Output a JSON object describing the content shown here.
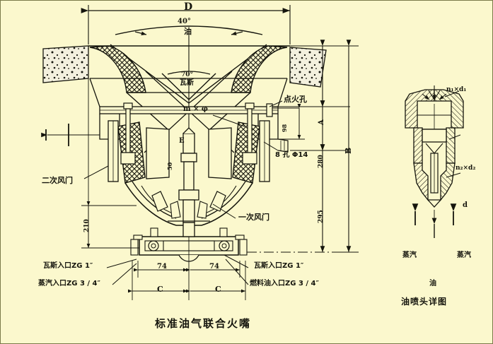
{
  "drawing": {
    "title": "标准油气联合火嘴",
    "detail_title": "油喷头详图",
    "background_color": "#fbf8cd",
    "ink_color": "#15150d"
  },
  "main_view": {
    "dimensions": {
      "overall_width": "D",
      "upper_height": "A",
      "total_height": "B",
      "mid_height": "280",
      "lower_height": "295",
      "ignition_offset": "98",
      "bottom_drop": "210",
      "port_spacing_left": "74",
      "port_spacing_right": "74",
      "half_span_left": "C",
      "half_span_right": "C",
      "throat": "E"
    },
    "angles": {
      "oil_spray_angle": "40°",
      "gas_spray_angle": "70°"
    },
    "flow_labels": {
      "oil": "油",
      "gas": "瓦斯"
    },
    "callouts": {
      "gas_ports": "m × φ",
      "ignition_hole": "点火孔",
      "bolt_holes": "8 孔 Φ14",
      "secondary_air_damper": "二次风门",
      "primary_air_damper": "一次风门",
      "throat_mark": "50"
    },
    "inlets_left": [
      "瓦斯入口ZG 1″",
      "蒸汽入口ZG 3 / 4″"
    ],
    "inlets_right": [
      "瓦斯入口ZG 1″",
      "燃料油入口ZG 3 / 4″"
    ]
  },
  "detail_view": {
    "callouts": {
      "upper_holes": "n₁×d₁",
      "lower_holes": "n₂×d₂",
      "bore": "d"
    },
    "flow_labels": {
      "steam_left": "蒸汽",
      "steam_right": "蒸汽",
      "oil": "油"
    }
  }
}
